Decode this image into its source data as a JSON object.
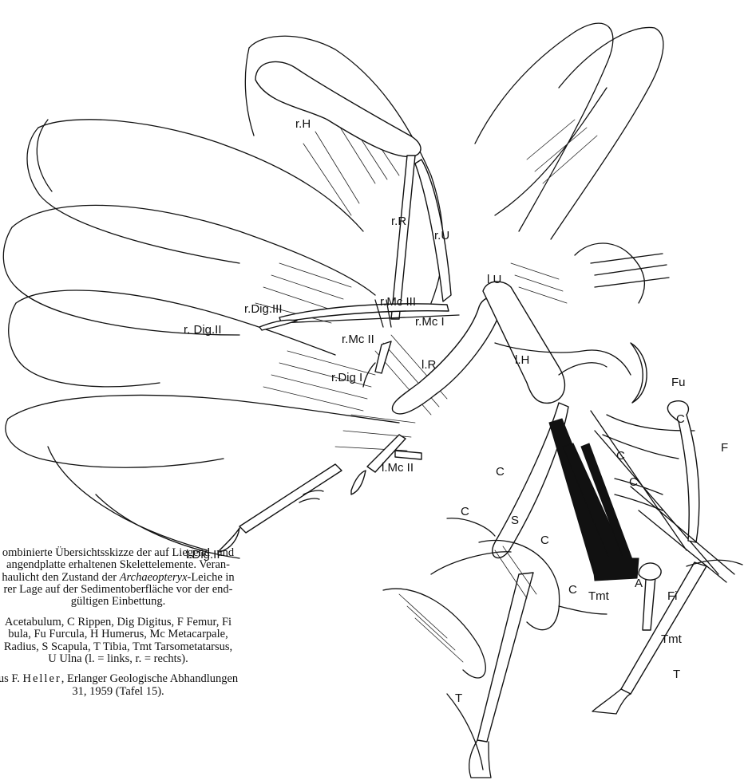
{
  "caption": {
    "para1_lines": [
      "ombinierte Übersichtsskizze der auf Liegend- und",
      "angendplatte erhaltenen Skelettelemente. Veran-",
      "haulicht den Zustand der "
    ],
    "para1_italic": "Archaeopteryx",
    "para1_after_italic": "-Leiche in",
    "para1_lines_end": [
      "rer Lage auf der Sedimentoberfläche vor der end-",
      "gültigen Einbettung."
    ],
    "para2_lines": [
      "Acetabulum, C Rippen, Dig Digitus, F Femur, Fi",
      "bula, Fu Furcula, H Humerus, Mc Metacarpale,",
      "Radius, S Scapula, T Tibia, Tmt Tarsometatarsus,",
      "U Ulna (l. = links, r. = rechts)."
    ],
    "para3_prefix": "us F. ",
    "para3_spaced": "Heller",
    "para3_rest": ", Erlanger Geologische Abhandlungen",
    "para3_line2": "31, 1959 (Tafel 15)."
  },
  "labels": {
    "rH": "r.H",
    "rR": "r.R",
    "rU": "r.U",
    "lU": "l.U",
    "rMcIII": "r.Mc III",
    "rDigIII": "r.Dig.III",
    "rDigII": "r. Dig.II",
    "rMcII": "r.Mc II",
    "rMcI": "r.Mc I",
    "lH": "l.H",
    "lR": "l.R",
    "rDigI": "r.Dig I",
    "Fu": "Fu",
    "F": "F",
    "C1": "C",
    "C2": "C",
    "C3": "C",
    "C4": "C",
    "C5": "C",
    "C6": "C",
    "C7": "C",
    "S": "S",
    "lMcII": "l.Mc II",
    "lDigII": "l.Dig.II",
    "A": "A",
    "Fi": "Fi",
    "Tmt1": "Tmt",
    "Tmt2": "Tmt",
    "T1": "T",
    "T2": "T"
  }
}
